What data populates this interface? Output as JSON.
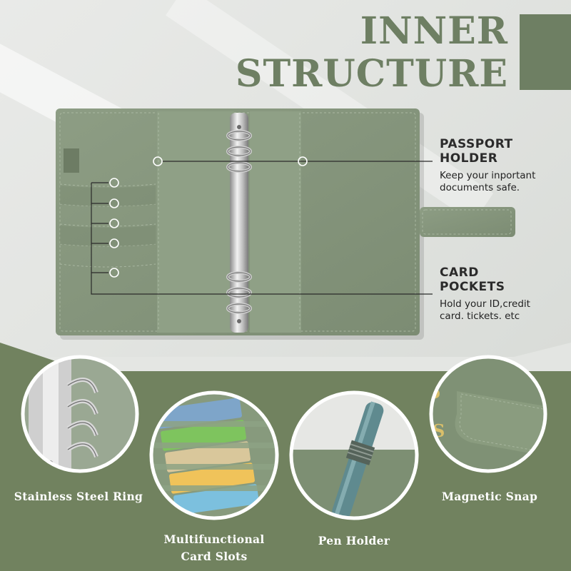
{
  "title": {
    "line1": "INNER",
    "line2": "STRUCTURE"
  },
  "callouts": {
    "passport": {
      "heading_line1": "PASSPORT",
      "heading_line2": "HOLDER",
      "desc_line1": "Keep your inportant",
      "desc_line2": "documents safe."
    },
    "cards": {
      "heading_line1": "CARD",
      "heading_line2": "POCKETS",
      "desc_line1": "Hold your ID,credit",
      "desc_line2": "card. tickets. etc"
    }
  },
  "features": [
    {
      "label": "Stainless Steel Ring",
      "icon": "ring-closeup"
    },
    {
      "label_line1": "Multifunctional",
      "label_line2": "Card Slots",
      "icon": "card-slots-closeup"
    },
    {
      "label": "Pen Holder",
      "icon": "pen-closeup"
    },
    {
      "label": "Magnetic Snap",
      "icon": "snap-closeup"
    }
  ],
  "colors": {
    "sage": "#6e7f63",
    "binder": "#8a9a80",
    "binder_dark": "#7b8b71",
    "bottom_bg": "#71825f"
  }
}
